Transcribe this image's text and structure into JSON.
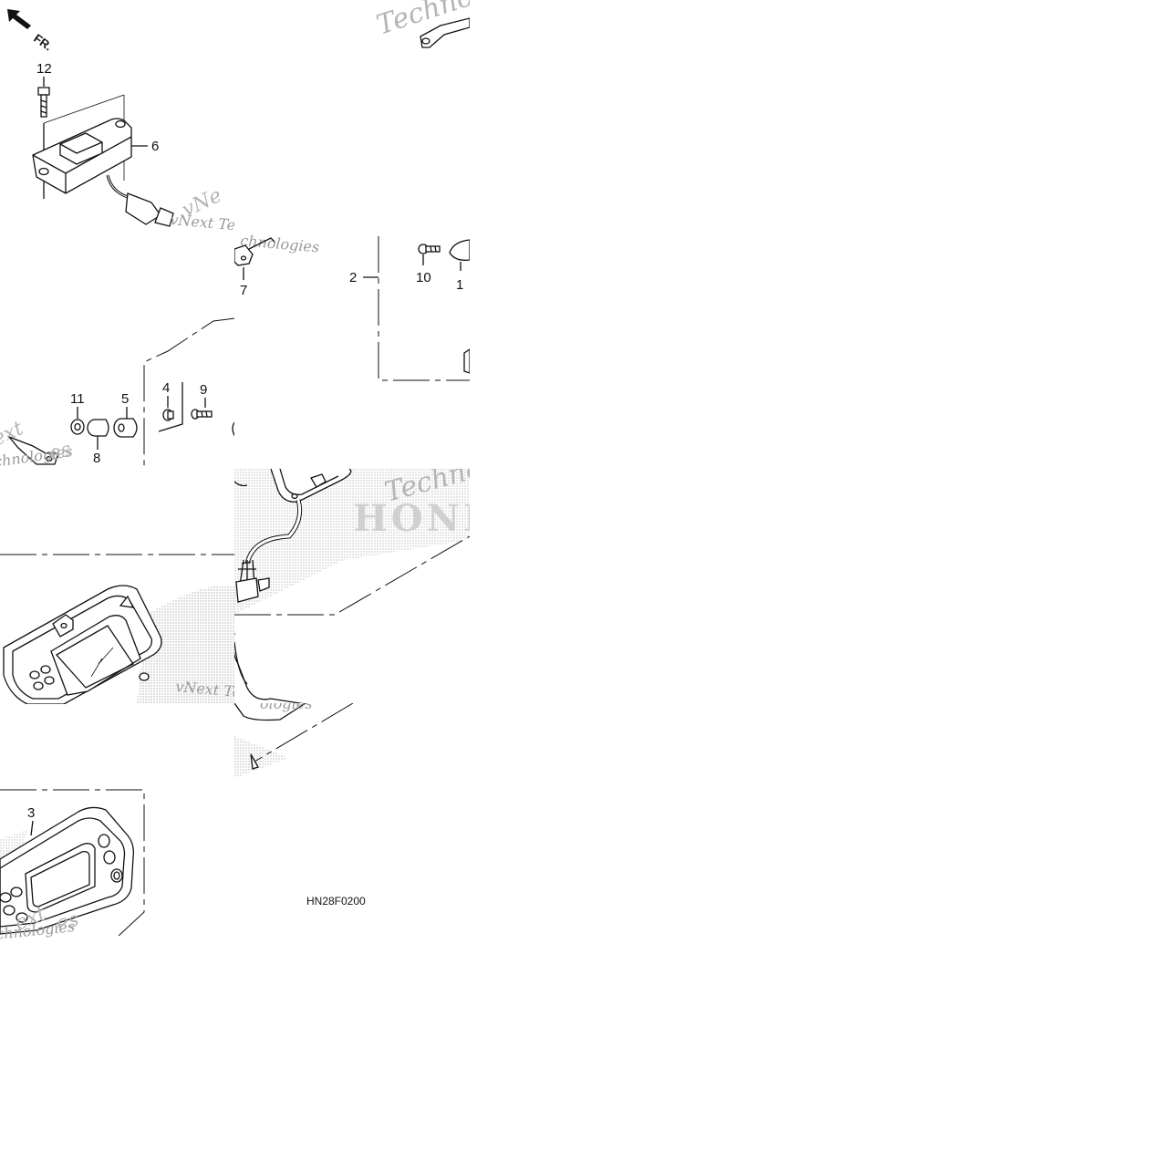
{
  "direction_marker": {
    "label": "FR.",
    "icon": "front-arrow-icon"
  },
  "parts": [
    {
      "number": "12"
    },
    {
      "number": "6"
    },
    {
      "number": "7"
    },
    {
      "number": "2"
    },
    {
      "number": "10"
    },
    {
      "number": "1"
    },
    {
      "number": "11"
    },
    {
      "number": "5"
    },
    {
      "number": "4"
    },
    {
      "number": "9"
    },
    {
      "number": "8"
    },
    {
      "number": "3"
    }
  ],
  "watermarks": {
    "t1": "Technol",
    "t2": "vNext Tec",
    "t3": "chnologies",
    "t4": "ext",
    "t5": "chnologies",
    "t6": "Techno",
    "t7": "HONDA",
    "t8": "vNext Te",
    "t9": "ologies",
    "t10": "ext",
    "t11": "chnologies"
  },
  "diagram_code": "HN28F0200",
  "colors": {
    "line": "#111111",
    "watermark": "#9a9a9a",
    "background": "#ffffff"
  }
}
